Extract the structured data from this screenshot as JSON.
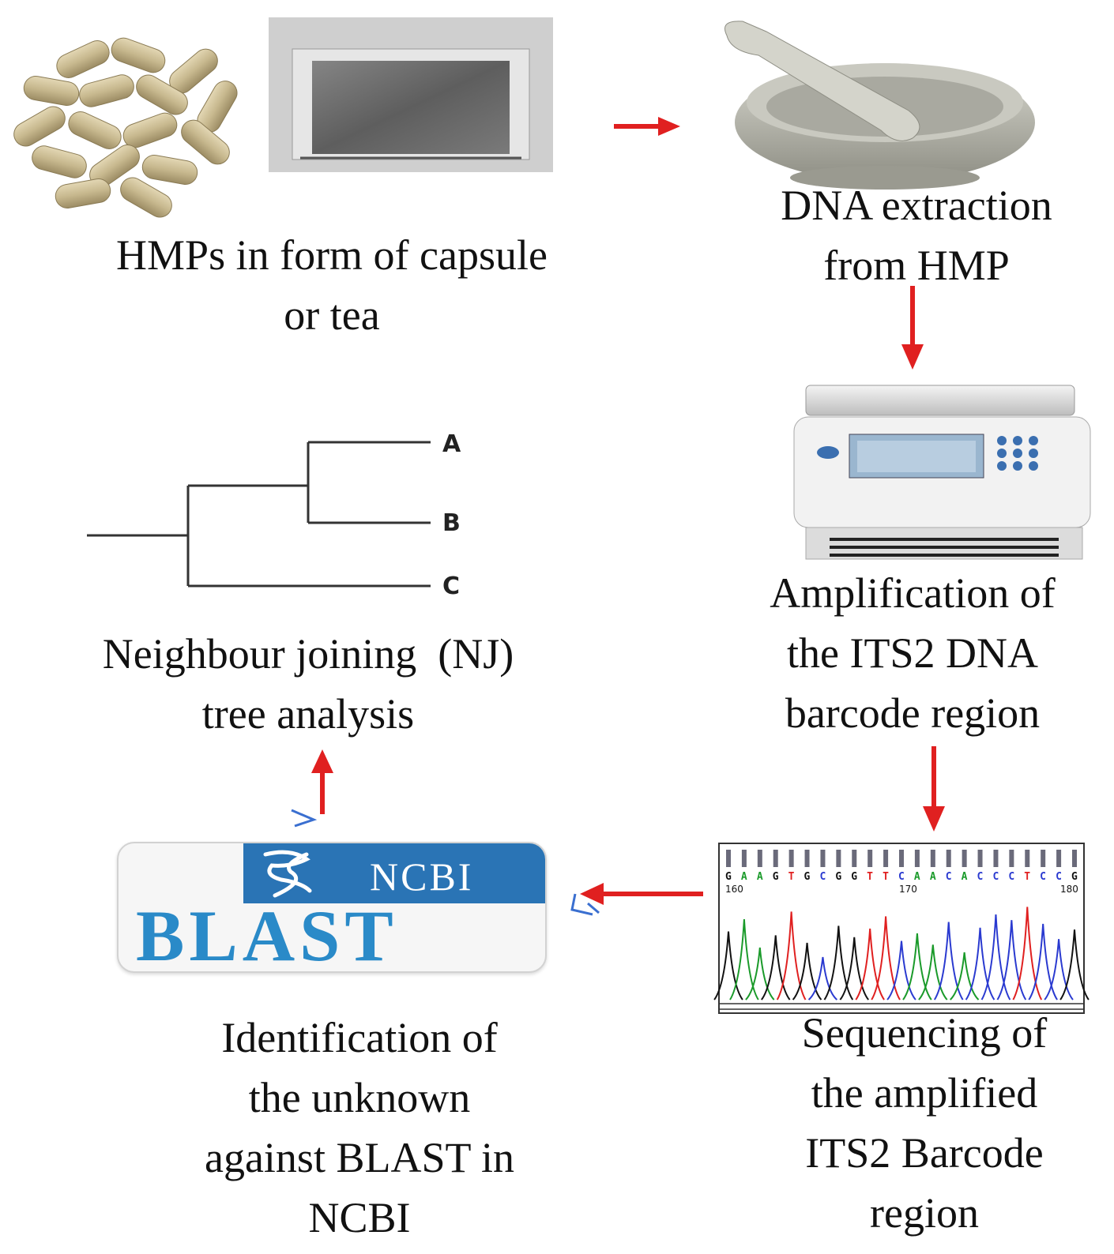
{
  "steps": {
    "hmp": {
      "lines": [
        "HMPs in form of capsule",
        "or tea"
      ]
    },
    "extraction": {
      "lines": [
        "DNA extraction",
        "from HMP"
      ]
    },
    "amplification": {
      "lines": [
        "Amplification of",
        "the ITS2 DNA",
        "barcode region"
      ]
    },
    "sequencing": {
      "lines": [
        "Sequencing of",
        "the amplified",
        "ITS2 Barcode",
        "region"
      ]
    },
    "identification": {
      "lines": [
        "Identification of",
        "the unknown",
        "against BLAST in",
        "NCBI"
      ]
    },
    "tree": {
      "lines": [
        "Neighbour joining  (NJ)",
        "tree analysis"
      ]
    }
  },
  "tree_labels": [
    "A",
    "B",
    "C"
  ],
  "chromatogram": {
    "bases": [
      "G",
      "A",
      "A",
      "G",
      "T",
      "G",
      "C",
      "G",
      "G",
      "T",
      "T",
      "C",
      "A",
      "A",
      "C",
      "A",
      "C",
      "C",
      "C",
      "T",
      "C",
      "C",
      "G"
    ],
    "positions": [
      "160",
      "170",
      "180"
    ]
  },
  "blast_logo": {
    "ncbi": "NCBI",
    "blast": "BLAST"
  },
  "colors": {
    "arrow": "#e02020",
    "blast_blue": "#2a74b5",
    "check_blue": "#3a6fd0"
  }
}
